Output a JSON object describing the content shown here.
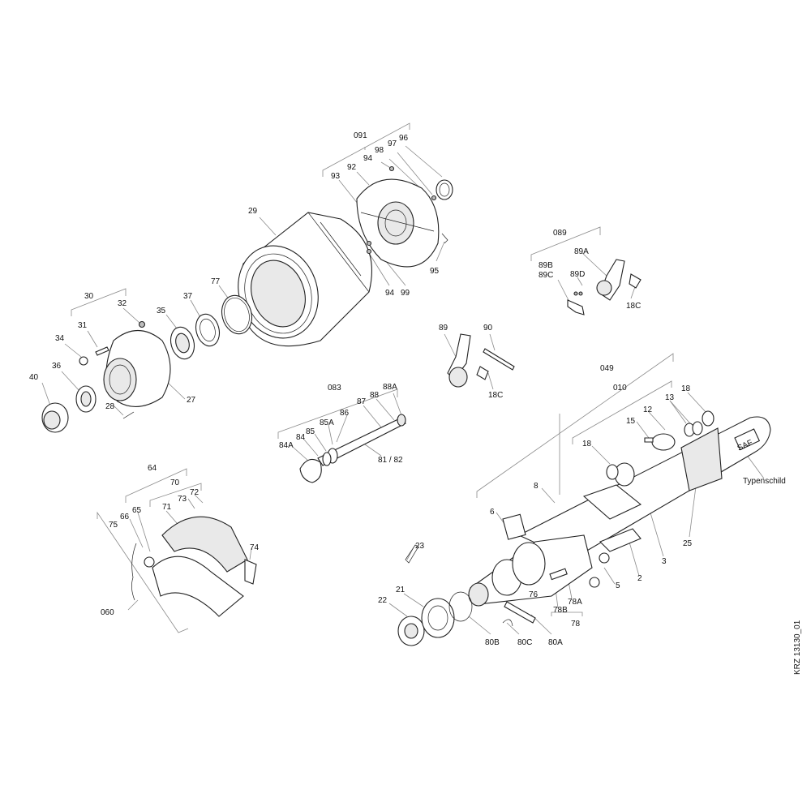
{
  "drawing_id": "KRZ 13130_01",
  "labels": {
    "l091": "091",
    "l96": "96",
    "l97": "97",
    "l98": "98",
    "l94a": "94",
    "l92": "92",
    "l93": "93",
    "l29": "29",
    "l94b": "94",
    "l99": "99",
    "l95": "95",
    "l089": "089",
    "l89A": "89A",
    "l89B": "89B",
    "l89C": "89C",
    "l89D": "89D",
    "l18Ca": "18C",
    "l30": "30",
    "l32": "32",
    "l35": "35",
    "l37": "37",
    "l77": "77",
    "l34": "34",
    "l31": "31",
    "l36": "36",
    "l40": "40",
    "l28": "28",
    "l27": "27",
    "l89": "89",
    "l90": "90",
    "l18Cb": "18C",
    "l083": "083",
    "l88A": "88A",
    "l88": "88",
    "l87": "87",
    "l86": "86",
    "l85A": "85A",
    "l85": "85",
    "l84": "84",
    "l84A": "84A",
    "l8182": "81 / 82",
    "l049": "049",
    "l010": "010",
    "l18a": "18",
    "l13": "13",
    "l12": "12",
    "l15": "15",
    "l18b": "18",
    "typ": "Typenschild",
    "saf": "SAF",
    "l8": "8",
    "l6": "6",
    "l25": "25",
    "l3": "3",
    "l2": "2",
    "l5": "5",
    "l76": "76",
    "l78A": "78A",
    "l78B": "78B",
    "l78": "78",
    "l23": "23",
    "l21": "21",
    "l22": "22",
    "l80B": "80B",
    "l80C": "80C",
    "l80A": "80A",
    "l64": "64",
    "l70": "70",
    "l71": "71",
    "l72": "72",
    "l73": "73",
    "l66": "66",
    "l65": "65",
    "l75": "75",
    "l74": "74",
    "l060": "060"
  }
}
